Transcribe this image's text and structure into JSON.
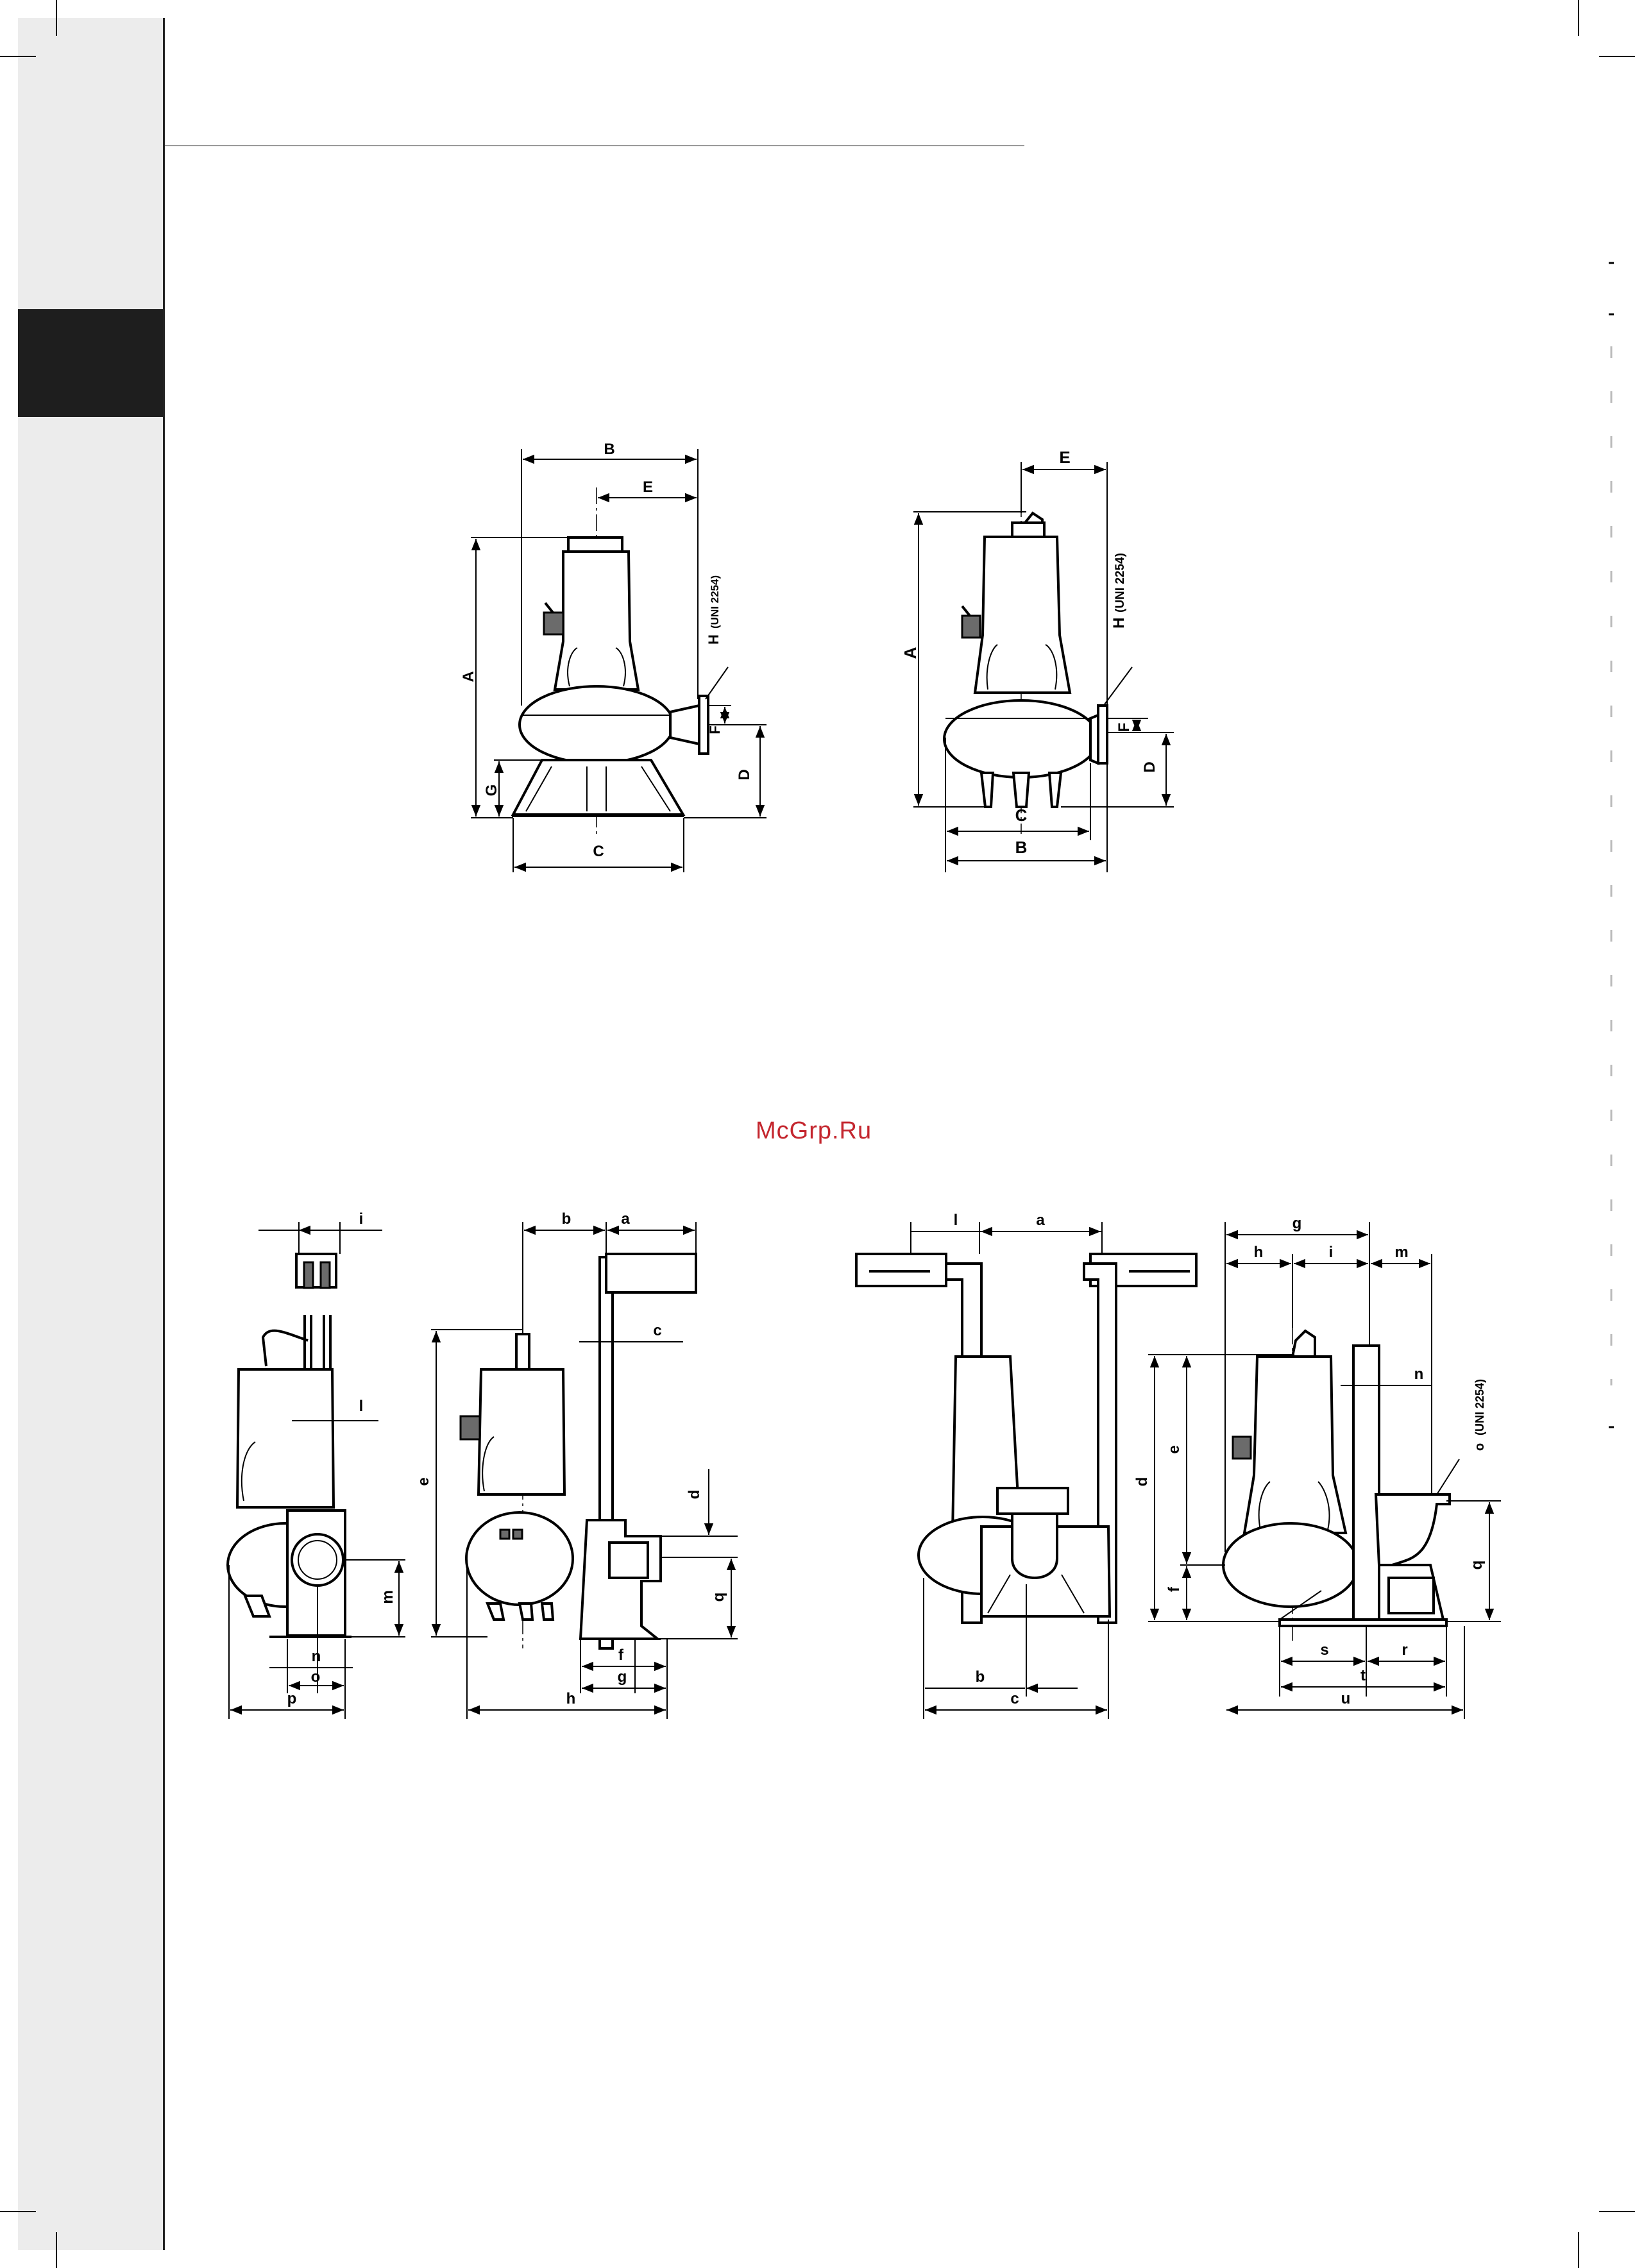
{
  "watermark": "McGrp.Ru",
  "figure_top_left": {
    "labels": {
      "A": "A",
      "B": "B",
      "C": "C",
      "D": "D",
      "E": "E",
      "F": "F",
      "G": "G",
      "H": "H",
      "H_standard": "(UNI 2254)"
    }
  },
  "figure_top_right": {
    "labels": {
      "A": "A",
      "B": "B",
      "C": "C",
      "D": "D",
      "E": "E",
      "F": "F",
      "H": "H",
      "H_standard": "(UNI 2254)"
    }
  },
  "figure_bottom_left": {
    "labels": {
      "a": "a",
      "b": "b",
      "c": "c",
      "d": "d",
      "e": "e",
      "f": "f",
      "g": "g",
      "h": "h",
      "i": "i",
      "l": "l",
      "m": "m",
      "n": "n",
      "o": "o",
      "p": "p",
      "q": "q"
    }
  },
  "figure_bottom_right": {
    "labels": {
      "a": "a",
      "b": "b",
      "c": "c",
      "d": "d",
      "e": "e",
      "f": "f",
      "g": "g",
      "h": "h",
      "i": "i",
      "l": "l",
      "m": "m",
      "n": "n",
      "o": "o",
      "o_standard": "(UNI 2254)",
      "q": "q",
      "r": "r",
      "s": "s",
      "t": "t",
      "u": "u"
    }
  }
}
